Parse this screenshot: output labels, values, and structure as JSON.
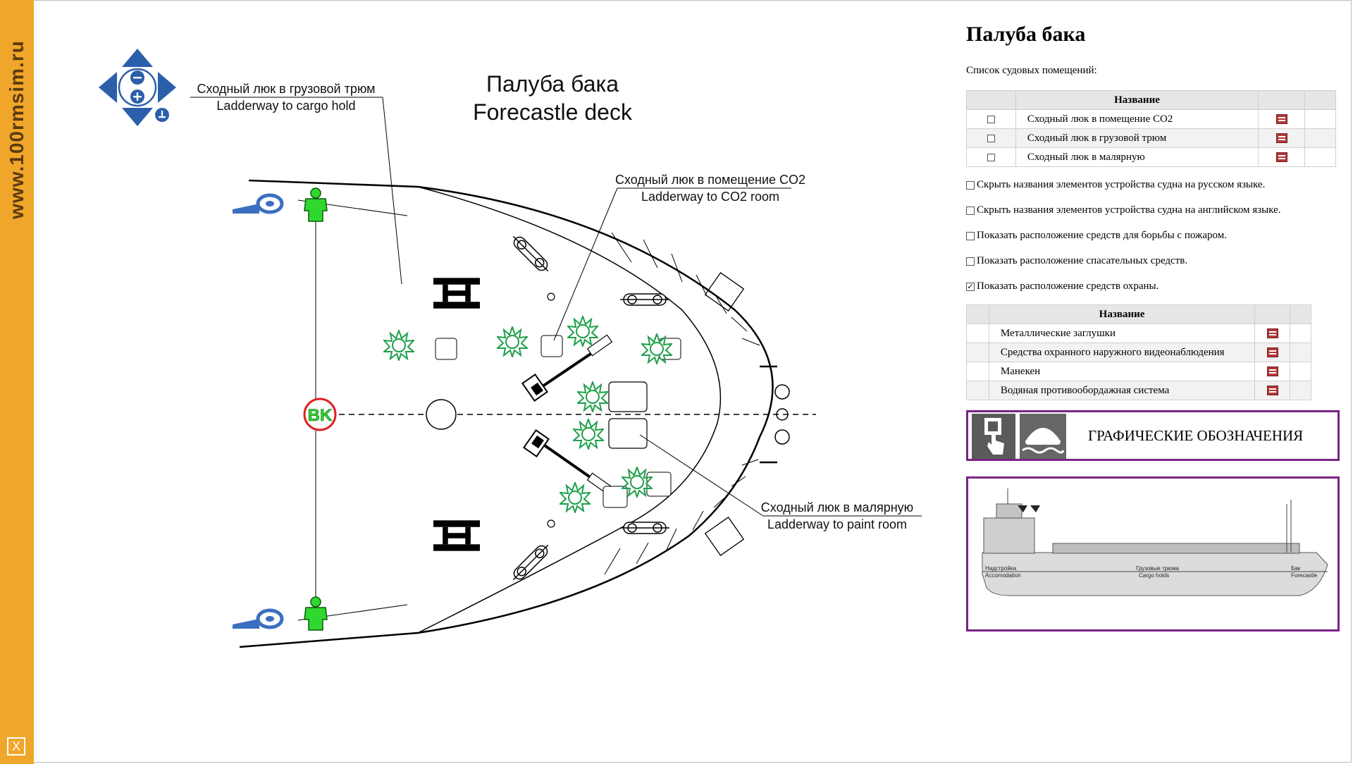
{
  "sidebar": {
    "site_url": "www.100rmsim.ru",
    "close_label": "X"
  },
  "deck_plan": {
    "title_ru": "Палуба бака",
    "title_en": "Forecastle deck",
    "callouts": [
      {
        "ru": "Сходный люк в грузовой трюм",
        "en": "Ladderway to cargo hold"
      },
      {
        "ru": "Сходный люк в помещение CO2",
        "en": "Ladderway to CO2 room"
      },
      {
        "ru": "Сходный люк в малярную",
        "en": "Ladderway to paint room"
      }
    ],
    "marker_label": "BK",
    "icons": {
      "pan": "pan-arrows-icon",
      "zoom_in": "zoom-in-icon",
      "zoom_out": "zoom-out-icon",
      "reset": "reset-icon",
      "guard": "guard-mannequin-icon",
      "camera": "cctv-camera-icon"
    },
    "colors": {
      "guard": "#2fd82f",
      "camera": "#1ea04a",
      "marker": "#e02020",
      "nav": "#2c5faa",
      "winch": "#3a6fc0"
    }
  },
  "panel": {
    "title": "Палуба бака",
    "subtitle": "Список судовых помещений:",
    "rooms_table": {
      "header": "Название",
      "rows": [
        "Сходный люк в помещение CO2",
        "Сходный люк в грузовой трюм",
        "Сходный люк в малярную"
      ]
    },
    "options": [
      {
        "label": "Скрыть названия элементов устройства судна на русском языке.",
        "checked": false
      },
      {
        "label": "Скрыть названия элементов устройства судна на английском языке.",
        "checked": false
      },
      {
        "label": "Показать расположение средств для борьбы с пожаром.",
        "checked": false
      },
      {
        "label": "Показать расположение спасательных средств.",
        "checked": false
      },
      {
        "label": "Показать расположение средств охраны.",
        "checked": true
      }
    ],
    "security_table": {
      "header": "Название",
      "rows": [
        "Металлические заглушки",
        "Средства охранного наружного видеонаблюдения",
        "Манекен",
        "Водяная противообордажная система"
      ]
    },
    "legend_label": "ГРАФИЧЕСКИЕ ОБОЗНАЧЕНИЯ",
    "ship_labels": [
      {
        "ru": "Надстройка",
        "en": "Accomodation"
      },
      {
        "ru": "Грузовые трюма",
        "en": "Cargo holds"
      },
      {
        "ru": "Бак",
        "en": "Forecastle"
      }
    ],
    "accent_color": "#7a2386"
  }
}
